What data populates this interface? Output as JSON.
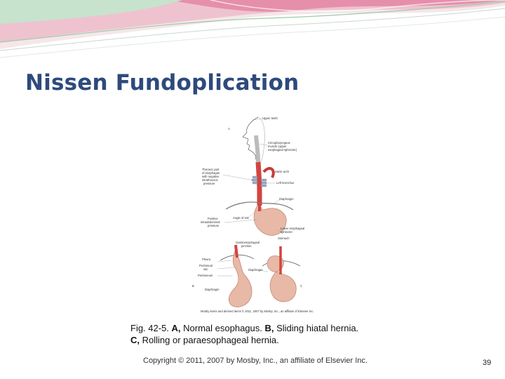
{
  "slide": {
    "title": "Nissen Fundoplication",
    "figure": {
      "panel_a": "A",
      "panel_b": "B",
      "panel_c": "C",
      "labels": {
        "upper_teeth": "Upper teeth",
        "ues1": "Cricopharyngeus",
        "ues2": "muscle (upper",
        "ues3": "esophageal sphincter)",
        "aortic_arch": "Aortic arch",
        "thoracic1": "Thoracic part",
        "thoracic2": "of esophagus",
        "thoracic3": "with negative",
        "thoracic4": "intrathoracic",
        "thoracic5": "pressure",
        "left_bronchus": "Left bronchus",
        "diaphragm": "Diaphragm",
        "positive1": "Positive",
        "positive2": "intraabdominal",
        "positive3": "pressure",
        "angle_his": "Angle of His",
        "les1": "Lower esophageal",
        "les2": "sphincter",
        "stomach": "Stomach",
        "gej1": "Gastroesophageal",
        "gej2": "junction",
        "pleura": "Pleura",
        "peritoneal1": "Peritoneal",
        "peritoneal2": "sac",
        "peritoneum": "Peritoneum",
        "diaphragm_b": "Diaphragm",
        "diaphragm_c": "Diaphragm",
        "credit": "Mosby items and derived items © 2011, 2007 by Mosby, Inc., an affiliate of Elsevier Inc."
      }
    },
    "caption": {
      "prefix": "Fig. 42-5. ",
      "a_label": "A,",
      "a_text": " Normal esophagus. ",
      "b_label": "B,",
      "b_text": " Sliding hiatal hernia.",
      "c_label": "C,",
      "c_text": " Rolling or paraesophageal hernia."
    },
    "copyright": "Copyright © 2011, 2007 by Mosby, Inc., an affiliate of Elsevier Inc.",
    "page_number": "39"
  },
  "colors": {
    "title": "#2e4a7c",
    "banner_pink": "#e9a0b8",
    "banner_green": "#b6dcc0",
    "esophagus_red": "#d2443f",
    "tissue": "#e7b9a6"
  }
}
